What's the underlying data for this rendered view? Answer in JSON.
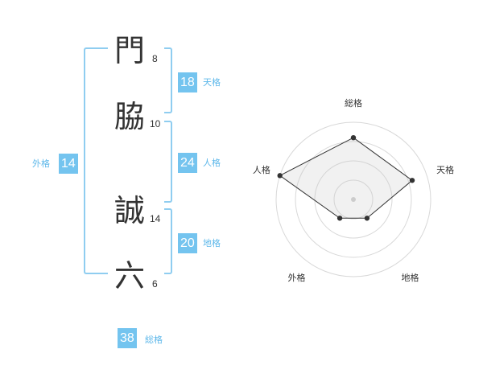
{
  "name_chars": [
    {
      "char": "門",
      "strokes": "8"
    },
    {
      "char": "脇",
      "strokes": "10"
    },
    {
      "char": "誠",
      "strokes": "14"
    },
    {
      "char": "六",
      "strokes": "6"
    }
  ],
  "fortunes": {
    "gaikaku": {
      "label": "外格",
      "value": "14"
    },
    "tenkaku": {
      "label": "天格",
      "value": "18"
    },
    "jinkaku": {
      "label": "人格",
      "value": "24"
    },
    "chikaku": {
      "label": "地格",
      "value": "20"
    },
    "soukaku": {
      "label": "総格",
      "value": "38"
    }
  },
  "colors": {
    "accent": "#74c4ef",
    "bracket": "#8fcdf0",
    "label": "#5eb8ea"
  },
  "chart_data": {
    "type": "radar",
    "axes": [
      "総格",
      "天格",
      "地格",
      "外格",
      "人格"
    ],
    "values": [
      0.8,
      0.8,
      0.3,
      0.3,
      1.0
    ],
    "range": [
      0,
      1
    ],
    "rings": 4
  }
}
